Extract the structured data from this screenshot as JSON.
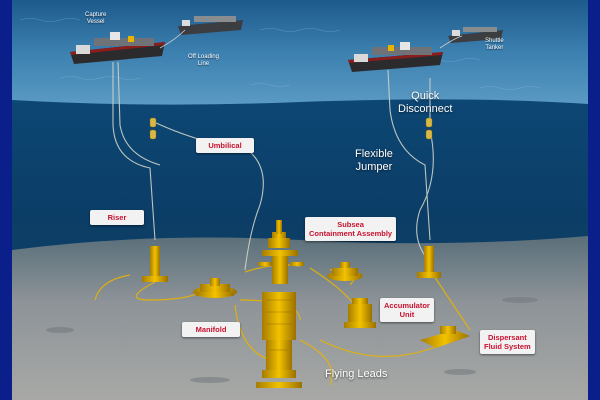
{
  "labels": {
    "capture_vessel": [
      "Capture",
      "Vessel"
    ],
    "off_loading_line": [
      "Off Loading",
      "Line"
    ],
    "shuttle_tanker": [
      "Shuttle",
      "Tanker"
    ],
    "quick_disconnect": [
      "Quick",
      "Disconnect"
    ],
    "umbilical": "Umbilical",
    "flexible_jumper": [
      "Flexible",
      "Jumper"
    ],
    "riser": "Riser",
    "subsea_containment_assembly": [
      "Subsea",
      "Containment Assembly"
    ],
    "accumulator_unit": [
      "Accumulator",
      "Unit"
    ],
    "manifold": "Manifold",
    "dispersant_fluid_system": [
      "Dispersant",
      "Fluid System"
    ],
    "flying_leads": "Flying Leads"
  },
  "colors": {
    "background": "#0a1f8a",
    "sea_surface": "#2f6fa0",
    "deep_water": "#0e3f6a",
    "seabed": "#8a8f96",
    "equipment": "#e8b400",
    "label_text_red": "#c8102e",
    "label_box": "#f2f2f2"
  }
}
